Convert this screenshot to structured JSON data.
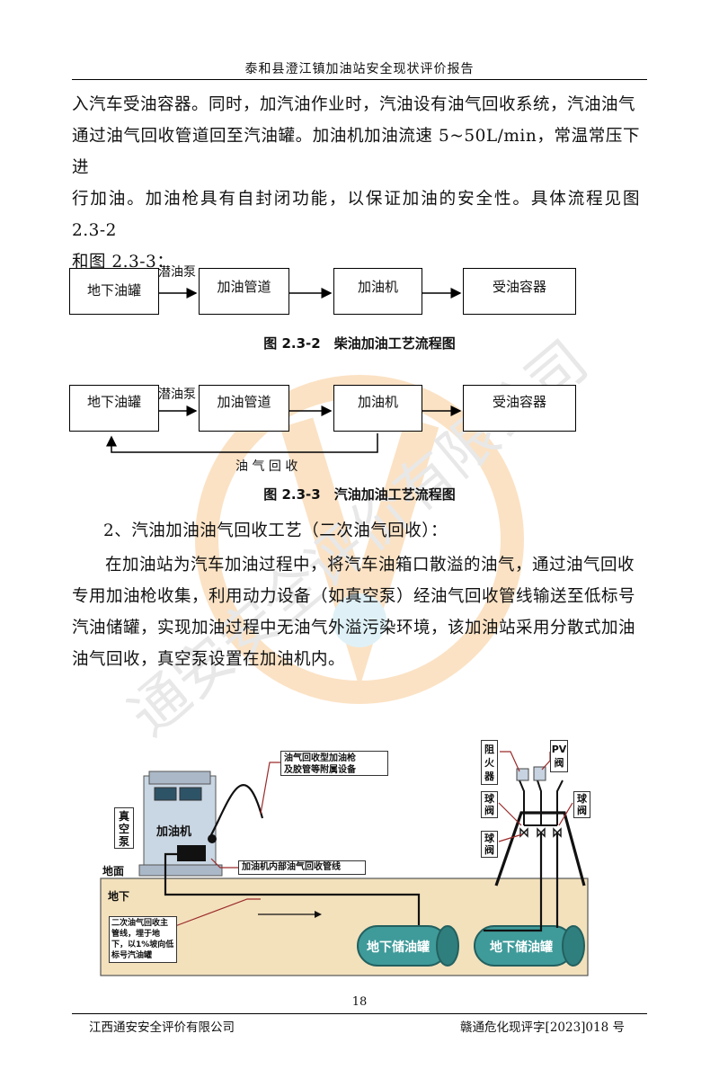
{
  "header": {
    "title": "泰和县澄江镇加油站安全现状评价报告"
  },
  "intro_paragraph": [
    "入汽车受油容器。同时，加汽油作业时，汽油设有油气回收系统，汽油油气",
    "通过油气回收管道回至汽油罐。加油机加油流速 5~50L/min，常温常压下进",
    "行加油。加油枪具有自封闭功能，以保证加油的安全性。具体流程见图 2.3-2",
    "和图 2.3-3："
  ],
  "diesel_flow": {
    "nodes": [
      "地下油罐",
      "加油管道",
      "加油机",
      "受油容器"
    ],
    "pump_label": "潜油泵",
    "caption": "图 2.3-2　柴油加油工艺流程图"
  },
  "gasoline_flow": {
    "nodes": [
      "地下油罐",
      "加油管道",
      "加油机",
      "受油容器"
    ],
    "pump_label": "潜油泵",
    "recovery_label": "油 气 回 收",
    "caption": "图 2.3-3　汽油加油工艺流程图"
  },
  "section_heading": "2、汽油加油油气回收工艺（二次油气回收）：",
  "section_paragraph": [
    "在加油站为汽车加油过程中，将汽车油箱口散溢的油气，通过油气回收",
    "专用加油枪收集，利用动力设备（如真空泵）经油气回收管线输送至低标号",
    "汽油储罐，实现加油过程中无油气外溢污染环境，该加油站采用分散式加油",
    "油气回收，真空泵设置在加油机内。"
  ],
  "diagram": {
    "nozzle_label_l1": "油气回收型加油枪",
    "nozzle_label_l2": "及胶管等附属设备",
    "vacuum_pump": "真空泵",
    "dispenser": "加油机",
    "ground_label": "地面",
    "underground_label": "地下",
    "internal_pipe": "加油机内部油气回收管线",
    "main_pipe_text": "二次油气回收主管线，埋于地下，以1%坡向低标号汽油罐",
    "tank_1": "地下储油罐",
    "tank_2": "地下储油罐",
    "flame_arrester": "阻火器",
    "pv_valve": "PV阀",
    "ball_valve_1": "球阀",
    "ball_valve_2": "球阀",
    "ball_valve_3": "球阀"
  },
  "page_number": "18",
  "footer": {
    "left": "江西通安安全评价有限公司",
    "right": "赣通危化现评字[2023]018 号"
  },
  "watermark": {
    "text": "通安安全评价有限公司",
    "color": "#f2a44a"
  }
}
